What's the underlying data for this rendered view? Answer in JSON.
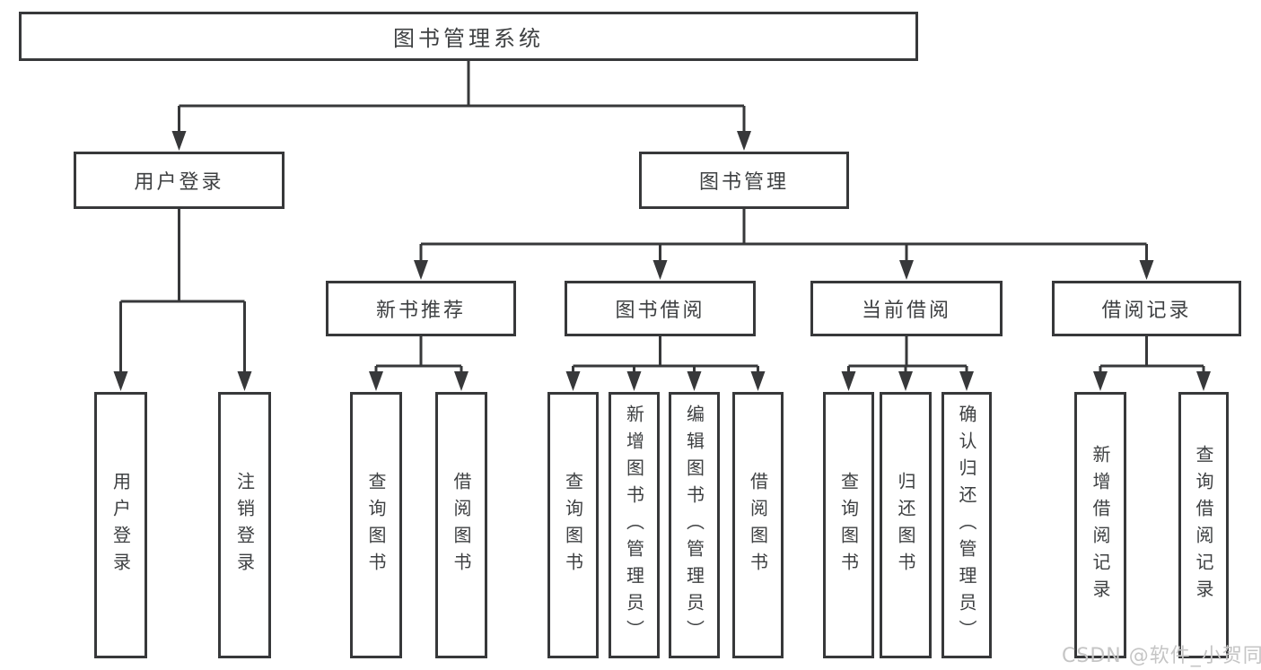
{
  "diagram": {
    "type": "tree",
    "root": {
      "label": "图书管理系统"
    },
    "level2": [
      {
        "label": "用户登录",
        "parent": "图书管理系统"
      },
      {
        "label": "图书管理",
        "parent": "图书管理系统"
      }
    ],
    "level3": [
      {
        "label": "新书推荐",
        "parent": "图书管理"
      },
      {
        "label": "图书借阅",
        "parent": "图书管理"
      },
      {
        "label": "当前借阅",
        "parent": "图书管理"
      },
      {
        "label": "借阅记录",
        "parent": "图书管理"
      }
    ],
    "leaves": [
      {
        "label": "用户登录",
        "parent": "用户登录"
      },
      {
        "label": "注销登录",
        "parent": "用户登录"
      },
      {
        "label": "查询图书",
        "parent": "新书推荐"
      },
      {
        "label": "借阅图书",
        "parent": "新书推荐"
      },
      {
        "label": "查询图书",
        "parent": "图书借阅"
      },
      {
        "label": "新增图书（管理员）",
        "parent": "图书借阅"
      },
      {
        "label": "编辑图书（管理员）",
        "parent": "图书借阅"
      },
      {
        "label": "借阅图书",
        "parent": "图书借阅"
      },
      {
        "label": "查询图书",
        "parent": "当前借阅"
      },
      {
        "label": "归还图书",
        "parent": "当前借阅"
      },
      {
        "label": "确认归还（管理员）",
        "parent": "当前借阅"
      },
      {
        "label": "新增借阅记录",
        "parent": "借阅记录"
      },
      {
        "label": "查询借阅记录",
        "parent": "借阅记录"
      }
    ]
  },
  "watermark": {
    "text": "CSDN @软件_小贺同学"
  },
  "colors": {
    "line": "#37383a",
    "box_border": "#37383a",
    "text": "#3e4042",
    "watermark": "#c5c5c5",
    "background": "#ffffff"
  }
}
